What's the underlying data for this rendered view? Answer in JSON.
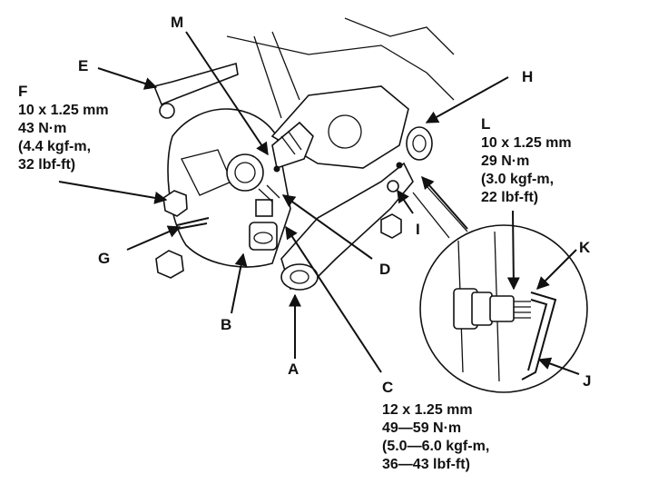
{
  "labels": {
    "A": "A",
    "B": "B",
    "C": "C",
    "D": "D",
    "E": "E",
    "F": "F",
    "G": "G",
    "H": "H",
    "I": "I",
    "J": "J",
    "K": "K",
    "L": "L",
    "M": "M"
  },
  "specs": {
    "F": [
      "10 x 1.25 mm",
      "43 N·m",
      "(4.4 kgf-m,",
      "32 lbf-ft)"
    ],
    "L": [
      "10 x 1.25 mm",
      "29 N·m",
      "(3.0 kgf-m,",
      "22 lbf-ft)"
    ],
    "C": [
      "12 x 1.25 mm",
      "49—59 N·m",
      "(5.0—6.0 kgf-m,",
      "36—43 lbf-ft)"
    ]
  }
}
